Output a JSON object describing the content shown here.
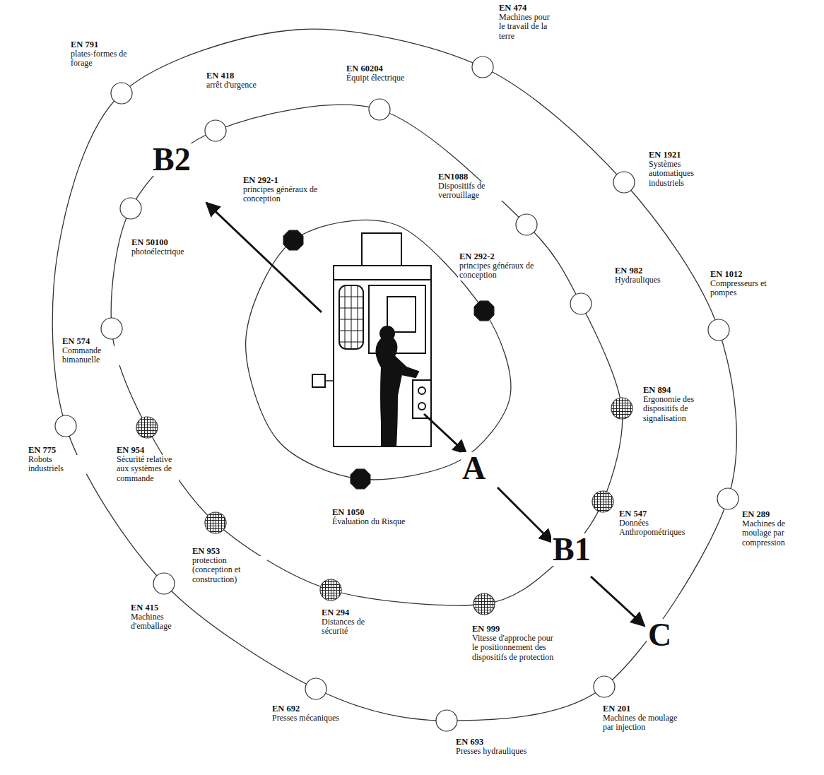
{
  "diagram": {
    "nodes": [
      {
        "text": [
          "EN 791",
          "plates-formes de forage"
        ]
      },
      {
        "text": [
          "EN 474",
          "Machines pour le travail de la terre"
        ]
      },
      {
        "text": [
          "EN 418",
          "arrêt d'urgence"
        ]
      },
      {
        "text": [
          "EN 60204",
          "Équipt électrique"
        ]
      },
      {
        "text": [
          "EN 1921",
          "Systèmes automatiques industriels"
        ]
      },
      {
        "text": [
          "EN1088",
          "Dispositifs de verrouillage"
        ]
      },
      {
        "text": [
          "EN 292-1",
          "principes généraux de conception"
        ]
      },
      {
        "text": [
          "EN 50100",
          "photoélectrique"
        ]
      },
      {
        "text": [
          "EN 292-2",
          "principes généraux de conception"
        ]
      },
      {
        "text": [
          "EN 982",
          "Hydrauliques"
        ]
      },
      {
        "text": [
          "EN 1012",
          "Compresseurs et pompes"
        ]
      },
      {
        "text": [
          "EN 574",
          "Commande bimanuelle"
        ]
      },
      {
        "text": [
          "EN 894",
          "Ergonomie des dispositifs de signalisation"
        ]
      },
      {
        "text": [
          "EN 775",
          "Robots industriels"
        ]
      },
      {
        "text": [
          "EN 954",
          "Sécurité relative aux systèmes de commande"
        ]
      },
      {
        "text": [
          "EN 1050",
          "Évaluation du Risque"
        ]
      },
      {
        "text": [
          "EN 547",
          "Données Anthropométriques"
        ]
      },
      {
        "text": [
          "EN 289",
          "Machines de moulage par compression"
        ]
      },
      {
        "text": [
          "EN 953",
          "protection (conception et construction)"
        ]
      },
      {
        "text": [
          "EN 294",
          "Distances de sécurité"
        ]
      },
      {
        "text": [
          "EN 999",
          "Vitesse d'approche pour le positionnement des dispositifs de protection"
        ]
      },
      {
        "text": [
          "EN 415",
          "Machines d'emballage"
        ]
      },
      {
        "text": [
          "EN 692",
          "Presses mécaniques"
        ]
      },
      {
        "text": [
          "EN 693",
          "Presses hydrauliques"
        ]
      },
      {
        "text": [
          "EN 201",
          "Machines de moulage par injection"
        ]
      }
    ],
    "labels": [
      "B2",
      "A",
      "B1",
      "C"
    ]
  }
}
